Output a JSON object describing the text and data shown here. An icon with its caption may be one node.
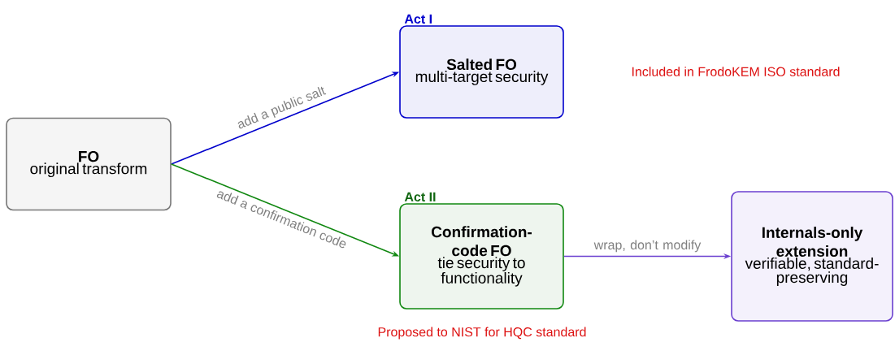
{
  "diagram": {
    "nodes": [
      {
        "text": [
          "FO",
          "original transform"
        ]
      },
      {
        "text": [
          "Act I",
          "Salted FO",
          "multi-target security"
        ]
      },
      {
        "text": [
          "Act II",
          "Confirmation-code FO",
          "tie security to functionality"
        ]
      },
      {
        "text": [
          "Internals-only extension",
          "verifiable, standard-preserving"
        ]
      }
    ],
    "edges": [
      {
        "from": 0,
        "to": 1,
        "arrow": "to",
        "label": "add a public salt",
        "color": "#0000cc"
      },
      {
        "from": 0,
        "to": 2,
        "arrow": "to",
        "label": "add a confirmation code",
        "color": "#118811"
      },
      {
        "from": 2,
        "to": 3,
        "arrow": "to",
        "label": "wrap, don’t modify",
        "color": "#6a3fcf"
      }
    ],
    "labels": [
      "Included in FrodoKEM ISO standard",
      "Proposed to NIST for HQC standard"
    ]
  }
}
